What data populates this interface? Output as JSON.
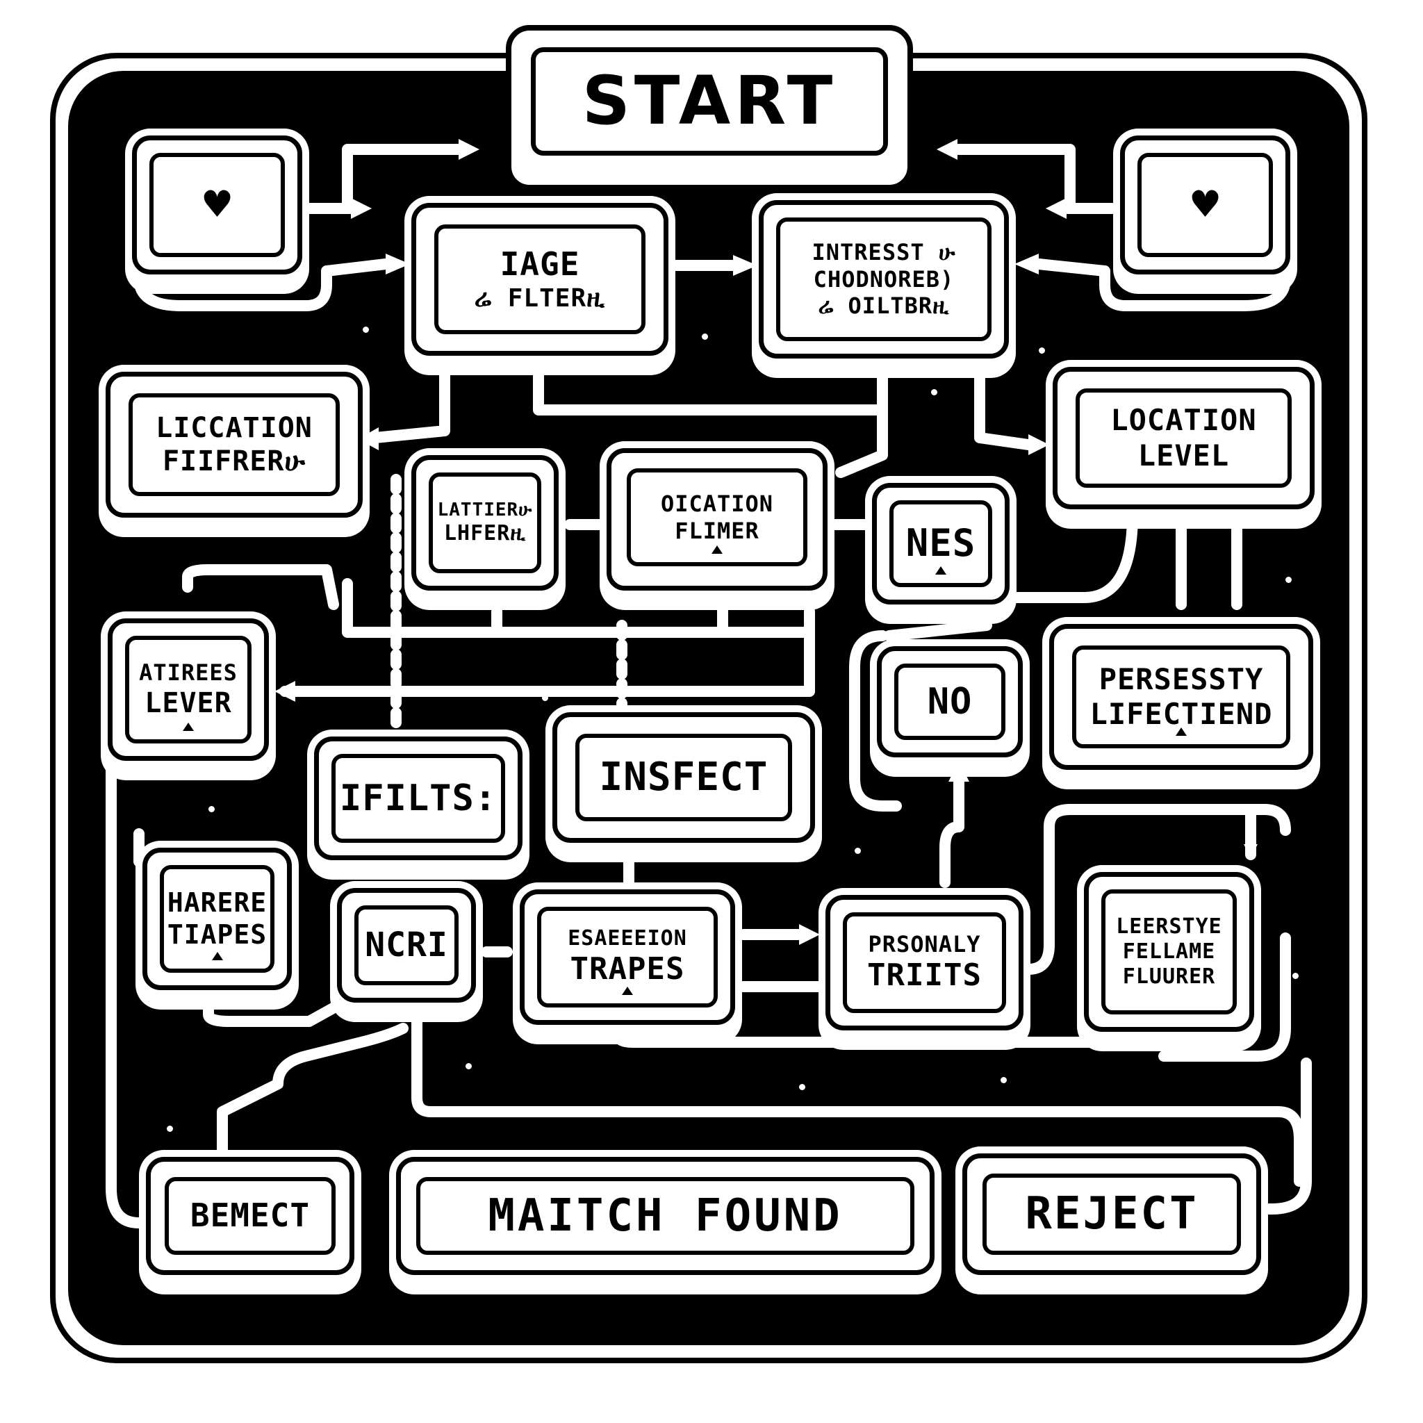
{
  "start": {
    "label": "START"
  },
  "left_card": {
    "icon": "heart-icon",
    "glyph": "♥"
  },
  "right_card": {
    "icon": "heart-icon",
    "glyph": "♥"
  },
  "nodes": {
    "age_filter": {
      "line1": "IAGE",
      "line2": "ሬ FLTERዚ"
    },
    "interest": {
      "line1": "INTRESST ሁ",
      "line2": "CHODNOREB)",
      "line3": "ሬ OILTBRዚ"
    },
    "location_filter_left": {
      "line1": "LICCATION",
      "line2": "FIIFRERሁ"
    },
    "lattier": {
      "line1": "LATTIERሁ",
      "line2": "LHFERዚ"
    },
    "location_filter_center": {
      "line1": "OICATION",
      "line2": "FLIMER"
    },
    "nes": {
      "line1": "NES"
    },
    "location_level": {
      "line1": "LOCATION",
      "line2": "LEVEL"
    },
    "atirees_lever": {
      "line1": "ATIREES",
      "line2": "LEVER"
    },
    "no": {
      "line1": "NO"
    },
    "persessty": {
      "line1": "PERSESSTY",
      "line2": "LIFECTIEND"
    },
    "ifilts": {
      "line1": "IFILTS:"
    },
    "insfect": {
      "line1": "INSFECT"
    },
    "harere_tiapes": {
      "line1": "HARERE",
      "line2": "TIAPES"
    },
    "ncri": {
      "line1": "NCRI"
    },
    "esaseeion": {
      "line1": "ESAEEEION",
      "line2": "TRAPES"
    },
    "personaly": {
      "line1": "PRSONALY",
      "line2": "TRIITS"
    },
    "leerstye": {
      "line1": "LEERSTYE",
      "line2": "FELLAME",
      "line3": "FLUURER"
    },
    "bemect": {
      "line1": "BEMECT"
    },
    "match_found": {
      "line1": "MAITCH FOUND"
    },
    "reject": {
      "line1": "REJECT"
    }
  }
}
